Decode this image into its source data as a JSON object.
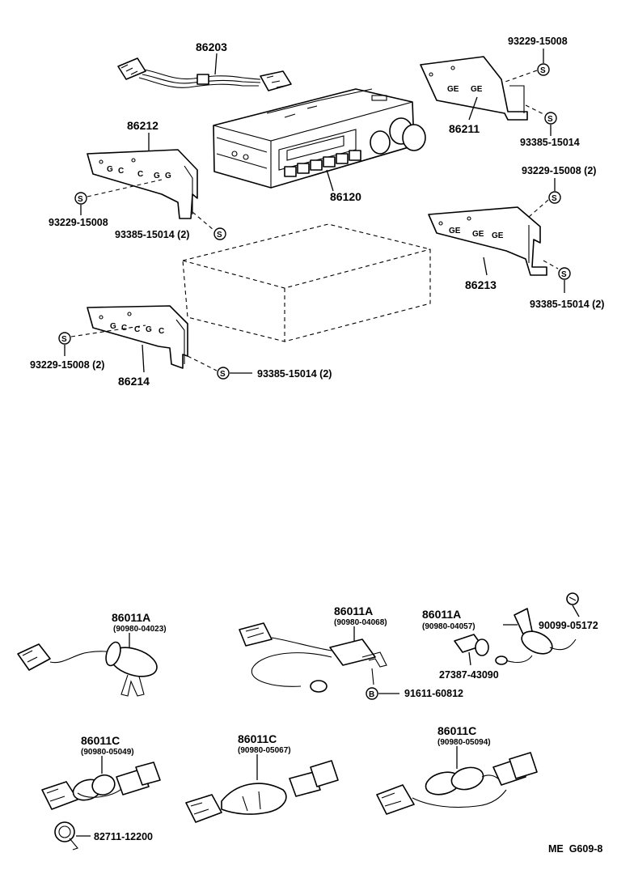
{
  "parts": {
    "p86203": "86203",
    "p86212": "86212",
    "p86211": "86211",
    "p86120": "86120",
    "p86213": "86213",
    "p86214": "86214",
    "p93229_a": "93229-15008",
    "p93385_a": "93385-15014",
    "p93229_b": "93229-15008",
    "p93385_b": "93385-15014 (2)",
    "p93229_c": "93229-15008 (2)",
    "p93385_c": "93385-15014 (2)",
    "p93229_d": "93229-15008 (2)",
    "p93385_d": "93385-15014 (2)",
    "p86011A_1": "86011A",
    "p86011A_1_sub": "(90980-04023)",
    "p86011A_2": "86011A",
    "p86011A_2_sub": "(90980-04068)",
    "p86011A_3": "86011A",
    "p86011A_3_sub": "(90980-04057)",
    "p90099": "90099-05172",
    "p27387": "27387-43090",
    "p91611": "91611-60812",
    "p86011C_1": "86011C",
    "p86011C_1_sub": "(90980-05049)",
    "p86011C_2": "86011C",
    "p86011C_2_sub": "(90980-05067)",
    "p86011C_3": "86011C",
    "p86011C_3_sub": "(90980-05094)",
    "p82711": "82711-12200"
  },
  "symbols": {
    "s": "S",
    "b": "B"
  },
  "footer": {
    "code": "ME  G609-8"
  },
  "colors": {
    "line": "#000000",
    "background": "#ffffff"
  }
}
